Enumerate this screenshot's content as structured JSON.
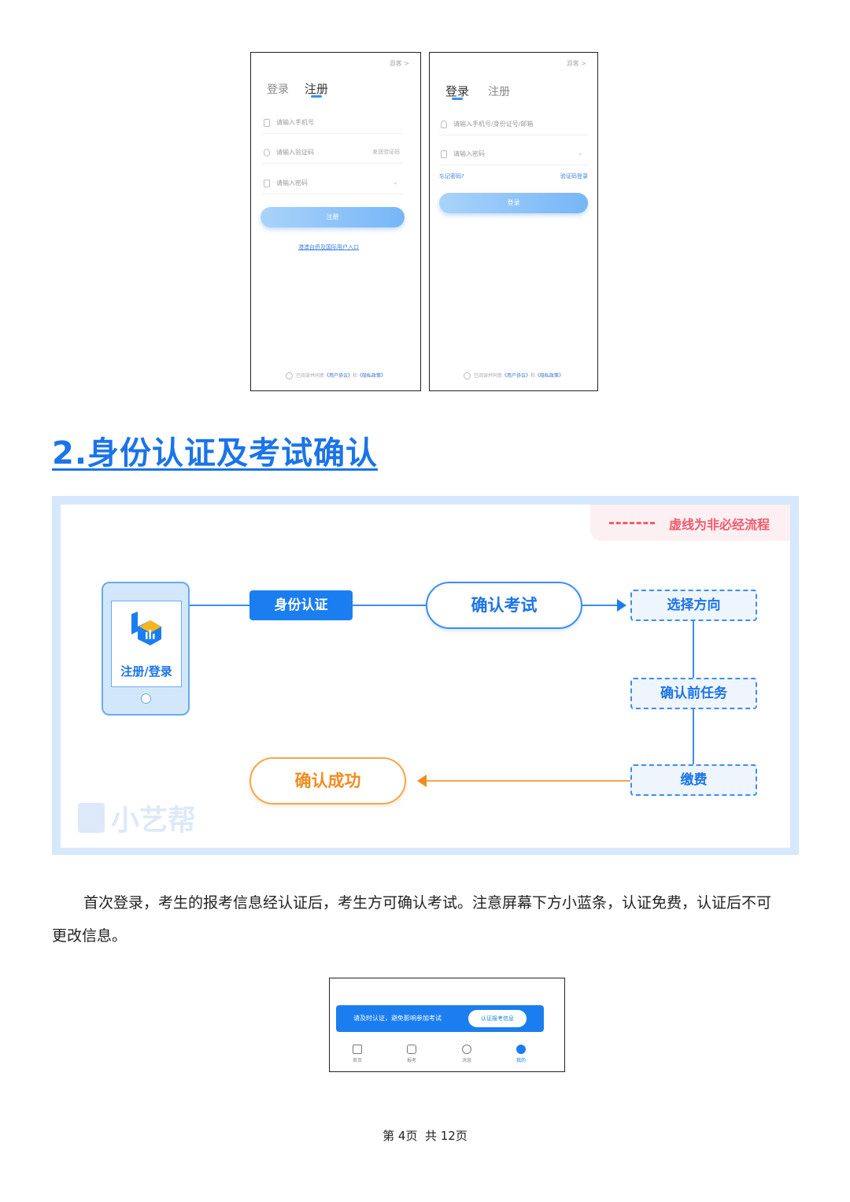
{
  "register_screen": {
    "guest": "游客 >",
    "tab_login": "登录",
    "tab_register": "注册",
    "phone_placeholder": "请输入手机号",
    "code_placeholder": "请输入验证码",
    "send_code": "发送验证码",
    "password_placeholder": "请输入密码",
    "register_button": "注册",
    "intl_link": "港澳台侨及国际用户入口",
    "agree_prefix": "已阅读并同意",
    "user_agreement": "《用户协议》",
    "and": "和",
    "privacy_policy": "《隐私政策》"
  },
  "login_screen": {
    "guest": "游客 >",
    "tab_login": "登录",
    "tab_register": "注册",
    "account_placeholder": "请输入手机号/身份证号/邮箱",
    "password_placeholder": "请输入密码",
    "forgot_password": "忘记密码?",
    "code_login": "验证码登录",
    "login_button": "登录",
    "agree_prefix": "已阅读并同意",
    "user_agreement": "《用户协议》",
    "and": "和",
    "privacy_policy": "《隐私政策》"
  },
  "section": {
    "title": "2.身份认证及考试确认"
  },
  "flow": {
    "legend": "虚线为非必经流程",
    "device_label": "注册/登录",
    "identity": "身份认证",
    "confirm_exam": "确认考试",
    "choose_direction": "选择方向",
    "pre_task": "确认前任务",
    "payment": "缴费",
    "success": "确认成功",
    "watermark": "小艺帮",
    "colors": {
      "primary": "#1b7ef0",
      "orange": "#f28b1e",
      "legend_red": "#f15c6d"
    }
  },
  "paragraph": {
    "line1": "首次登录，考生的报考信息经认证后，考生方可确认考试。注意屏幕下方小蓝条，认证免费，认证后不可",
    "line2": "更改信息。"
  },
  "bottom_shot": {
    "banner_text": "请及时认证，避免影响参加考试",
    "banner_button": "认证报考信息",
    "nav": [
      "首页",
      "报考",
      "消息",
      "我的"
    ]
  },
  "footer": {
    "text": "第 4页  共 12页"
  }
}
